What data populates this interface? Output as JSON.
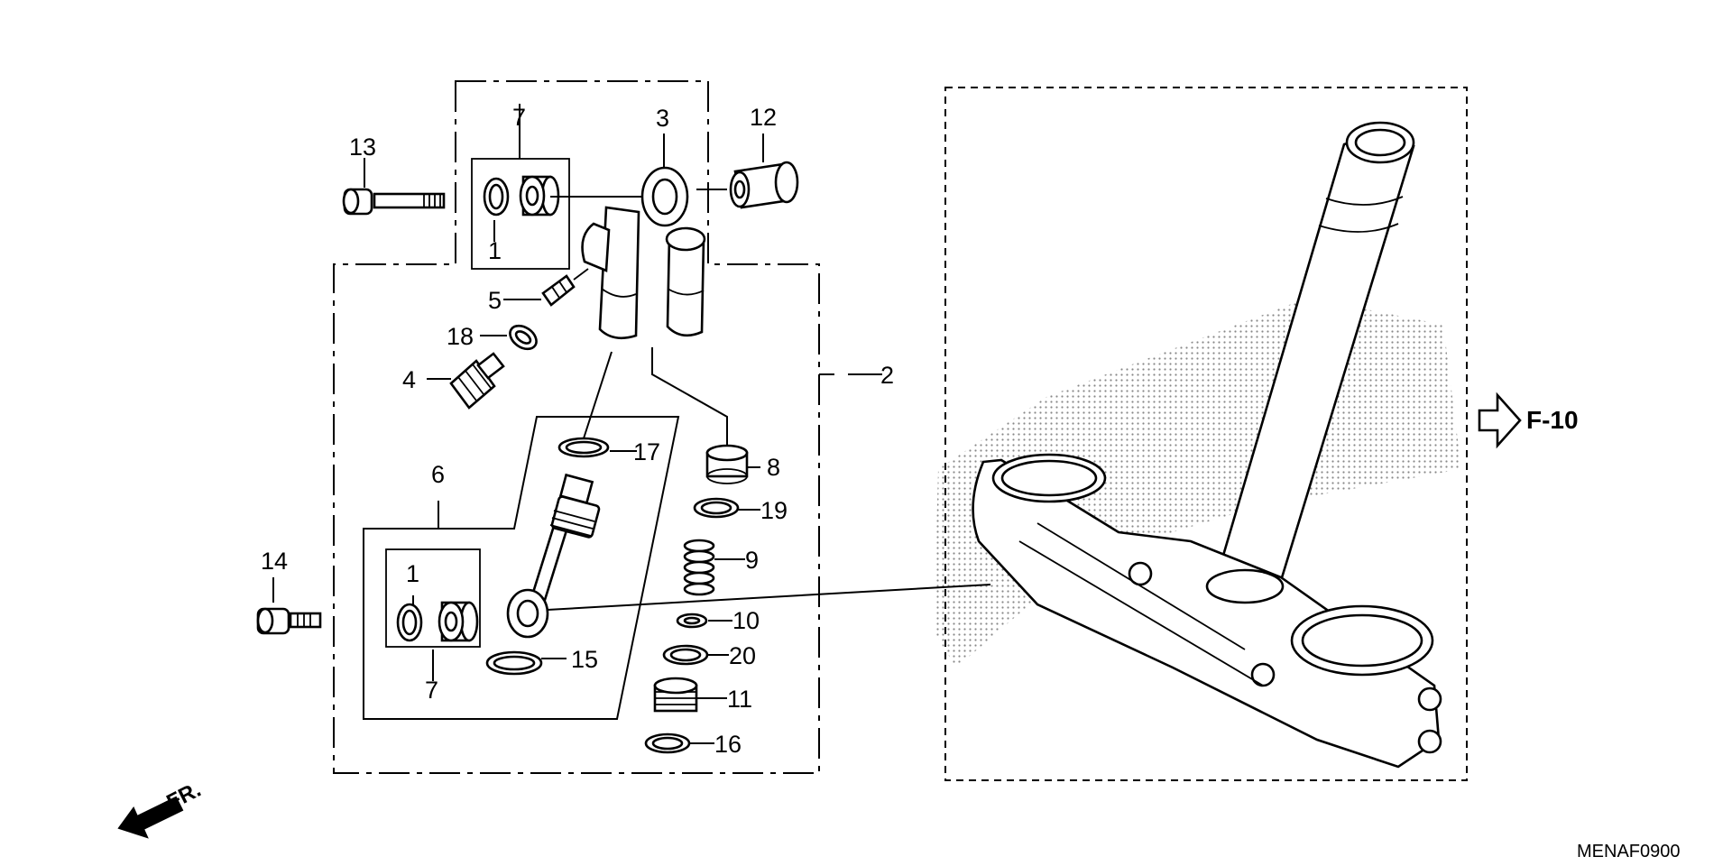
{
  "figure_code": "MENAF0900",
  "direction_label": "FR.",
  "reference_label": "F-10",
  "callouts": {
    "c1a": "1",
    "c1b": "1",
    "c2": "2",
    "c3": "3",
    "c4": "4",
    "c5": "5",
    "c6": "6",
    "c7a": "7",
    "c7b": "7",
    "c8": "8",
    "c9": "9",
    "c10": "10",
    "c11": "11",
    "c12": "12",
    "c13": "13",
    "c14": "14",
    "c15": "15",
    "c16": "16",
    "c17": "17",
    "c18": "18",
    "c19": "19",
    "c20": "20"
  }
}
